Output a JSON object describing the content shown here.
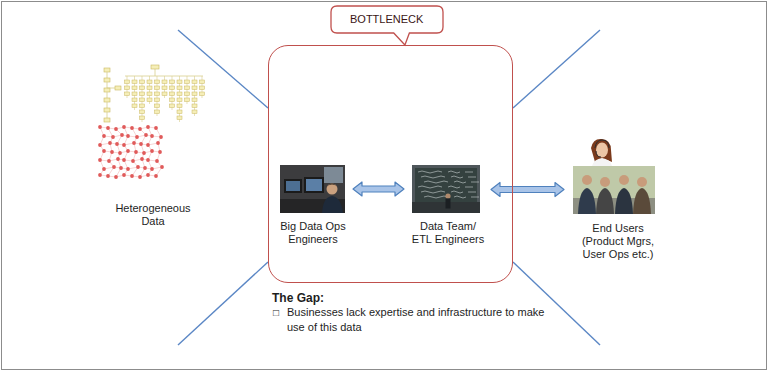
{
  "diagram": {
    "nodes": [
      {
        "text": [
          "Heterogeneous Data"
        ]
      },
      {
        "text": [
          "BOTTLENECK"
        ]
      },
      {
        "text": [
          "Big Data Ops Engineers"
        ],
        "in": 1
      },
      {
        "text": [
          "Data Team/ ETL Engineers"
        ],
        "in": 1
      },
      {
        "text": [
          "End Users (Product Mgrs, User Ops etc.)"
        ]
      }
    ],
    "edges": [
      {
        "from": 2,
        "to": 3,
        "arrow": "both"
      },
      {
        "from": 3,
        "to": 4,
        "arrow": "both"
      }
    ],
    "labels": [
      "The Gap:",
      "□",
      "Businesses lack expertise and infrastructure to make use of this data"
    ]
  }
}
